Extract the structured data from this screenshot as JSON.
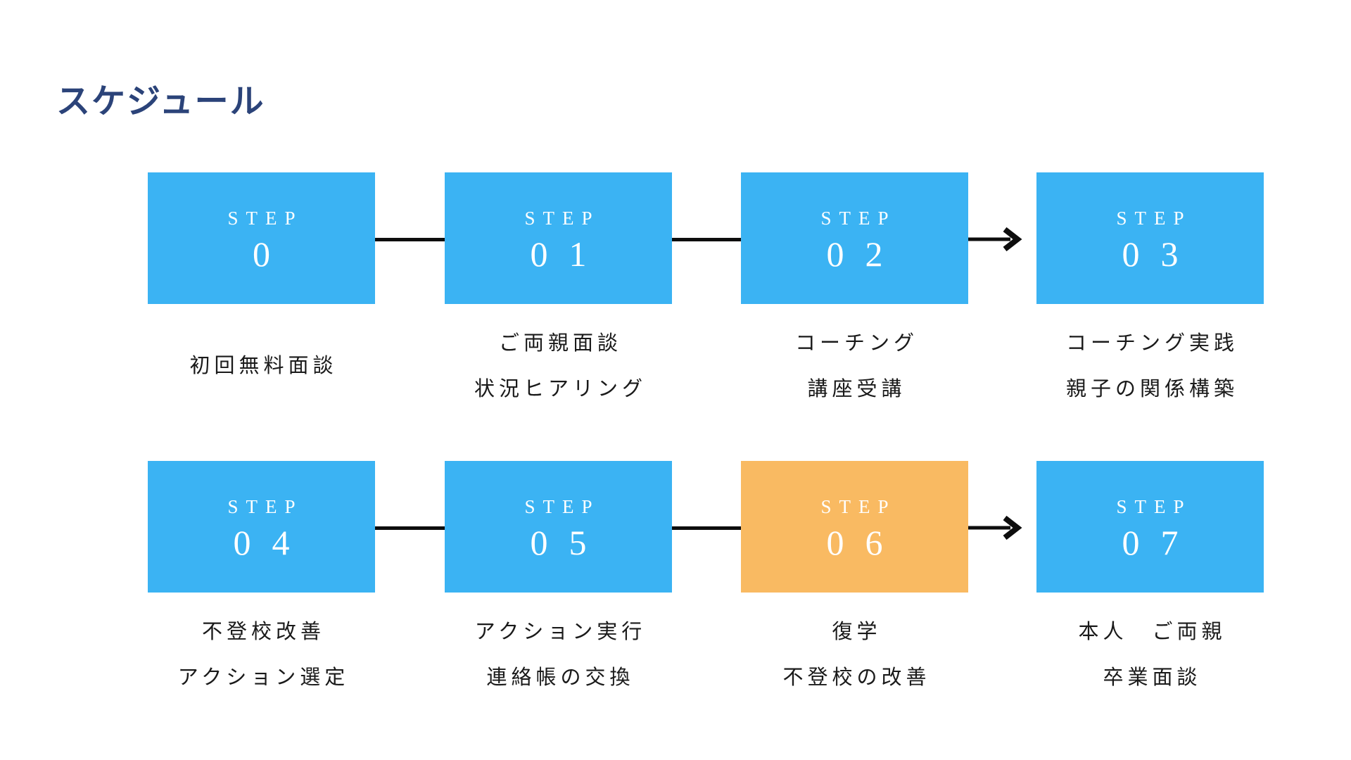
{
  "slide": {
    "title": "スケジュール"
  },
  "colors": {
    "background": "#ffffff",
    "title": "#2b4379",
    "box_blue": "#3bb3f3",
    "box_orange": "#f9ba62",
    "step_text": "#ffffff",
    "caption_text": "#1a1a1a",
    "connector": "#0d0d0d"
  },
  "steps": [
    {
      "label": "STEP",
      "number": "0",
      "variant": "blue",
      "caption1": "初回無料面談",
      "caption2": ""
    },
    {
      "label": "STEP",
      "number": "01",
      "variant": "blue",
      "caption1": "ご両親面談",
      "caption2": "状況ヒアリング"
    },
    {
      "label": "STEP",
      "number": "02",
      "variant": "blue",
      "caption1": "コーチング",
      "caption2": "講座受講"
    },
    {
      "label": "STEP",
      "number": "03",
      "variant": "blue",
      "caption1": "コーチング実践",
      "caption2": "親子の関係構築"
    },
    {
      "label": "STEP",
      "number": "04",
      "variant": "blue",
      "caption1": "不登校改善",
      "caption2": "アクション選定"
    },
    {
      "label": "STEP",
      "number": "05",
      "variant": "blue",
      "caption1": "アクション実行",
      "caption2": "連絡帳の交換"
    },
    {
      "label": "STEP",
      "number": "06",
      "variant": "orange",
      "caption1": "復学",
      "caption2": "不登校の改善"
    },
    {
      "label": "STEP",
      "number": "07",
      "variant": "blue",
      "caption1": "本人　ご両親",
      "caption2": "卒業面談"
    }
  ],
  "connectors": [
    {
      "row": 1,
      "from": "STEP 0",
      "to": "STEP 01",
      "type": "line"
    },
    {
      "row": 1,
      "from": "STEP 01",
      "to": "STEP 02",
      "type": "line"
    },
    {
      "row": 1,
      "from": "STEP 02",
      "to": "STEP 03",
      "type": "arrow"
    },
    {
      "row": 2,
      "from": "STEP 04",
      "to": "STEP 05",
      "type": "line"
    },
    {
      "row": 2,
      "from": "STEP 05",
      "to": "STEP 06",
      "type": "line"
    },
    {
      "row": 2,
      "from": "STEP 06",
      "to": "STEP 07",
      "type": "arrow"
    }
  ]
}
